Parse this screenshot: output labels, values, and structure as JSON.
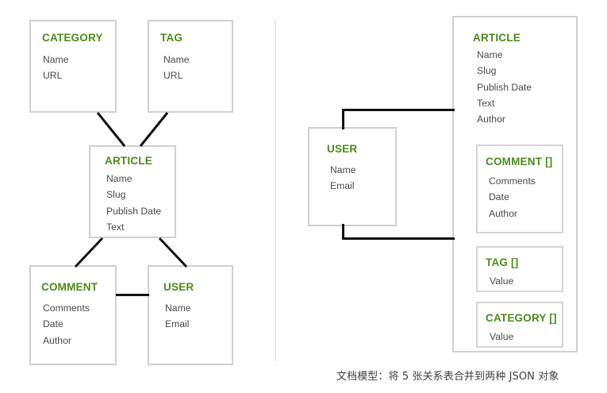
{
  "diagram": {
    "title_color": "#4c8b1b",
    "field_color": "#4a4a4a",
    "box_border_color": "#d0d0d0",
    "connector_color": "#111111",
    "divider_color": "#d8d8d8"
  },
  "relational": {
    "entities": [
      {
        "id": "category",
        "name": "CATEGORY",
        "fields": [
          "Name",
          "URL"
        ]
      },
      {
        "id": "tag",
        "name": "TAG",
        "fields": [
          "Name",
          "URL"
        ]
      },
      {
        "id": "article",
        "name": "ARTICLE",
        "fields": [
          "Name",
          "Slug",
          "Publish Date",
          "Text"
        ]
      },
      {
        "id": "comment",
        "name": "COMMENT",
        "fields": [
          "Comments",
          "Date",
          "Author"
        ]
      },
      {
        "id": "user",
        "name": "USER",
        "fields": [
          "Name",
          "Email"
        ]
      }
    ]
  },
  "document": {
    "entities": [
      {
        "id": "article-doc",
        "name": "ARTICLE",
        "fields": [
          "Name",
          "Slug",
          "Publish Date",
          "Text",
          "Author"
        ]
      },
      {
        "id": "comment-array",
        "name": "COMMENT []",
        "fields": [
          "Comments",
          "Date",
          "Author"
        ]
      },
      {
        "id": "tag-array",
        "name": "TAG []",
        "fields": [
          "Value"
        ]
      },
      {
        "id": "category-array",
        "name": "CATEGORY []",
        "fields": [
          "Value"
        ]
      },
      {
        "id": "user-doc",
        "name": "USER",
        "fields": [
          "Name",
          "Email"
        ]
      }
    ]
  },
  "caption": {
    "text": "文档模型：将 5 张关系表合并到两种 JSON 对象"
  }
}
